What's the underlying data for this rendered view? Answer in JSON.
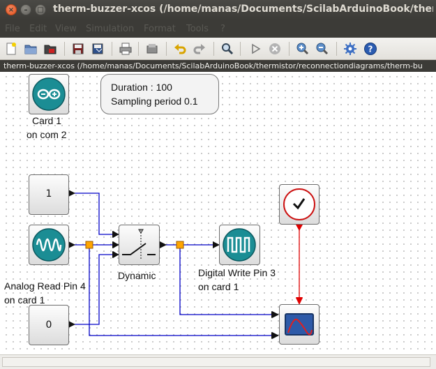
{
  "window": {
    "title": "therm-buzzer-xcos (/home/manas/Documents/ScilabArduinoBook/thermi",
    "close_glyph": "×",
    "min_glyph": "–",
    "max_glyph": "□"
  },
  "menu": [
    "File",
    "Edit",
    "View",
    "Simulation",
    "Format",
    "Tools",
    "?"
  ],
  "toolbar": [
    "new-diagram-icon",
    "open-icon",
    "open-in-scilab-icon",
    "save-icon",
    "save-as-icon",
    "print-icon",
    "export-icon",
    "undo-icon",
    "redo-icon",
    "fit-diagram-icon",
    "start-icon",
    "stop-icon",
    "zoom-in-icon",
    "zoom-out-icon",
    "palette-browser-icon",
    "help-icon"
  ],
  "path": "therm-buzzer-xcos (/home/manas/Documents/ScilabArduinoBook/thermistor/reconnectiondiagrams/therm-bu",
  "diagram": {
    "info": {
      "duration": "Duration : 100",
      "sampling": "Sampling period 0.1"
    },
    "card_label_1": "Card 1",
    "card_label_2": "on com 2",
    "const_top_value": "1",
    "const_bottom_value": "0",
    "switch_label": "Dynamic",
    "analog_label_1": "Analog Read Pin 4",
    "analog_label_2": "on card 1",
    "digital_label_1": "Digital Write Pin 3",
    "digital_label_2": "on card 1"
  },
  "colors": {
    "teal": "#1b8d94",
    "link_blue": "#0000c8",
    "event_red": "#e00000",
    "split_orange": "#ffa500"
  }
}
